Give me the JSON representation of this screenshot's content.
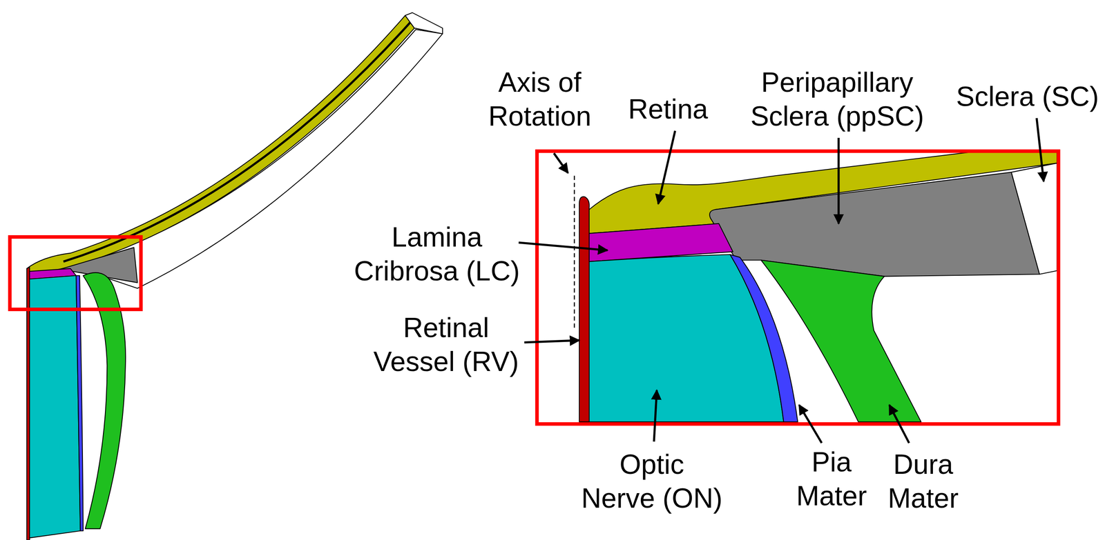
{
  "diagram": {
    "labels": [
      "Axis of Rotation",
      "Retina",
      "Peripapillary Sclera (ppSC)",
      "Sclera (SC)",
      "Lamina Cribrosa (LC)",
      "Retinal Vessel (RV)",
      "Optic Nerve (ON)",
      "Pia Mater",
      "Dura Mater"
    ]
  }
}
